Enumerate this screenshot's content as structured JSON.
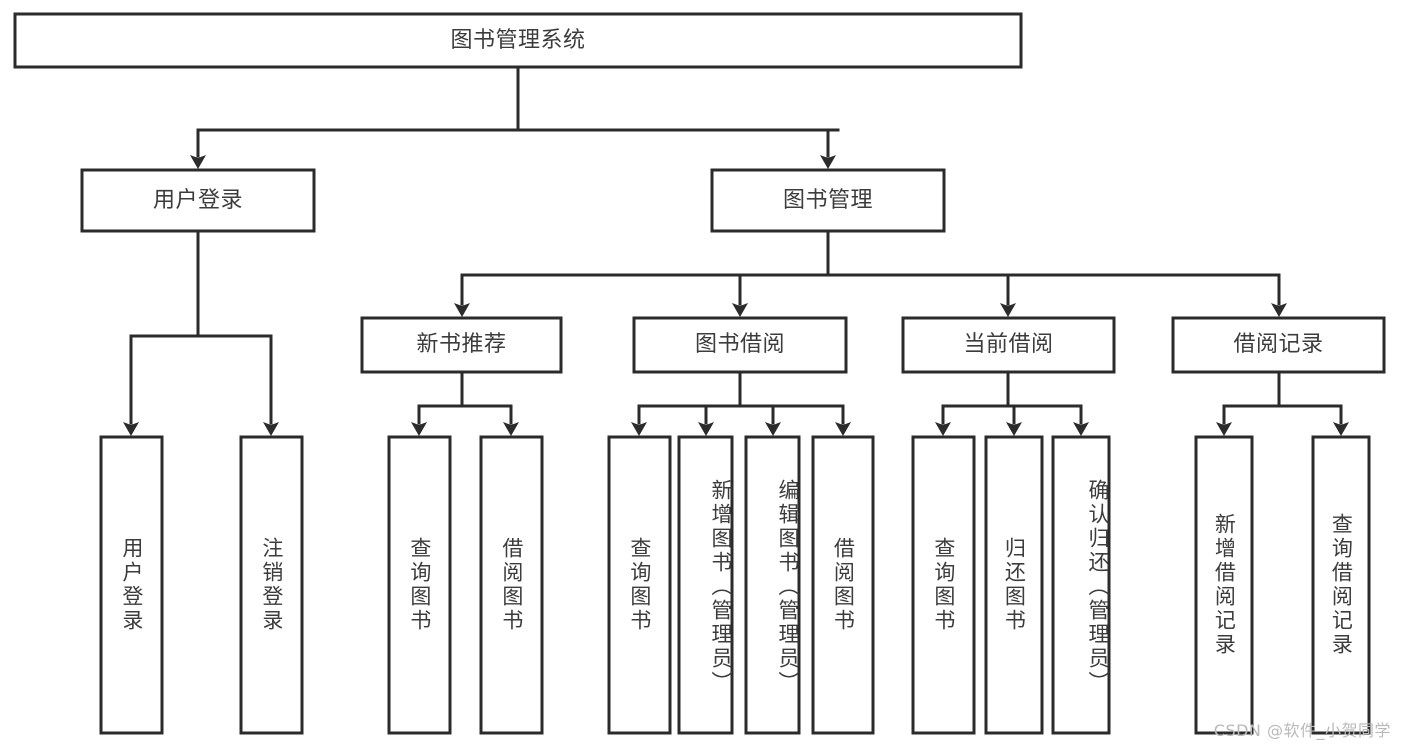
{
  "diagram": {
    "type": "tree-hierarchy",
    "title": "图书管理系统",
    "watermark": "CSDN @软件_小贺同学",
    "colors": {
      "stroke": "#2b2b2b",
      "box_fill": "#ffffff",
      "text": "#3c3c3c",
      "background": "#ffffff",
      "watermark": "#b9b9b9"
    },
    "nodes": {
      "root": {
        "label": "图书管理系统",
        "level": 1,
        "orientation": "horizontal"
      },
      "l2": [
        {
          "id": "user-login",
          "label": "用户登录",
          "orientation": "horizontal"
        },
        {
          "id": "book-manage",
          "label": "图书管理",
          "orientation": "horizontal"
        }
      ],
      "l3": [
        {
          "id": "new-book-recommend",
          "label": "新书推荐",
          "orientation": "horizontal"
        },
        {
          "id": "book-borrow",
          "label": "图书借阅",
          "orientation": "horizontal"
        },
        {
          "id": "current-borrow",
          "label": "当前借阅",
          "orientation": "horizontal"
        },
        {
          "id": "borrow-record",
          "label": "借阅记录",
          "orientation": "horizontal"
        }
      ],
      "leaves": [
        {
          "id": "leaf-user-login",
          "label": "用户登录",
          "parent": "user-login",
          "orientation": "vertical"
        },
        {
          "id": "leaf-user-logout",
          "label": "注销登录",
          "parent": "user-login",
          "orientation": "vertical"
        },
        {
          "id": "leaf-query-book-1",
          "label": "查询图书",
          "parent": "new-book-recommend",
          "orientation": "vertical"
        },
        {
          "id": "leaf-borrow-book-1",
          "label": "借阅图书",
          "parent": "new-book-recommend",
          "orientation": "vertical"
        },
        {
          "id": "leaf-query-book-2",
          "label": "查询图书",
          "parent": "book-borrow",
          "orientation": "vertical"
        },
        {
          "id": "leaf-add-book",
          "label": "新增图书（管理员）",
          "parent": "book-borrow",
          "orientation": "vertical"
        },
        {
          "id": "leaf-edit-book",
          "label": "编辑图书（管理员）",
          "parent": "book-borrow",
          "orientation": "vertical"
        },
        {
          "id": "leaf-borrow-book-2",
          "label": "借阅图书",
          "parent": "book-borrow",
          "orientation": "vertical"
        },
        {
          "id": "leaf-query-book-3",
          "label": "查询图书",
          "parent": "current-borrow",
          "orientation": "vertical"
        },
        {
          "id": "leaf-return-book",
          "label": "归还图书",
          "parent": "current-borrow",
          "orientation": "vertical"
        },
        {
          "id": "leaf-confirm-return",
          "label": "确认归还（管理员）",
          "parent": "current-borrow",
          "orientation": "vertical"
        },
        {
          "id": "leaf-add-record",
          "label": "新增借阅记录",
          "parent": "borrow-record",
          "orientation": "vertical"
        },
        {
          "id": "leaf-query-record",
          "label": "查询借阅记录",
          "parent": "borrow-record",
          "orientation": "vertical"
        }
      ]
    }
  }
}
